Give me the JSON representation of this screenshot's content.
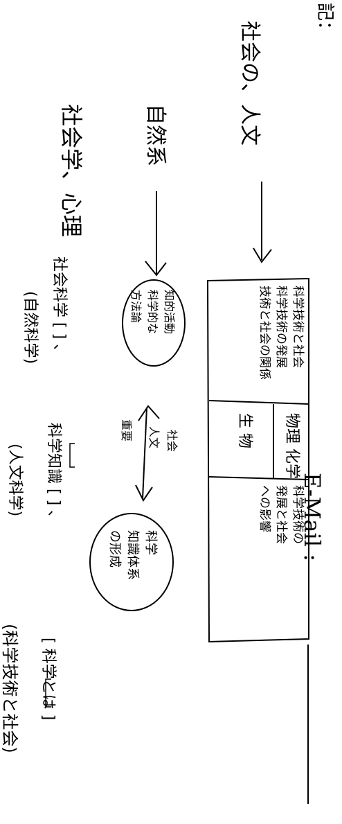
{
  "header": {
    "note_label": "記：",
    "email_label": "E-Mail :"
  },
  "annotations": {
    "top_right": "社会の、人文",
    "mid_upper": "自然系",
    "left_upper": "社会学、心理",
    "near_circle_top": "社会科学 [  ] 、",
    "label_group_right": "(自然科学)",
    "label_group_middle": "科学知識 [  ] 、",
    "label_group_left": "(人文科学)",
    "far_left": "[ 科学とは ]",
    "far_left_bottom": "(科学技術と社会)"
  },
  "diagram": {
    "box_top_lines": [
      "科学技術と社会",
      "科学技術の発展",
      "技術と社会の関係"
    ],
    "box_mid_upper": "物理  化学",
    "box_mid_lower": "生  物",
    "box_bottom_lines": [
      "科学技術の",
      "発展と社会",
      "への影響"
    ],
    "circle_top_lines": [
      "知的活動",
      "科学的な",
      "方法論"
    ],
    "circle_bottom_lines": [
      "科学",
      "知識体系",
      "の形成"
    ],
    "arrow_label_lines": [
      "重要",
      "人文",
      "社会"
    ]
  }
}
